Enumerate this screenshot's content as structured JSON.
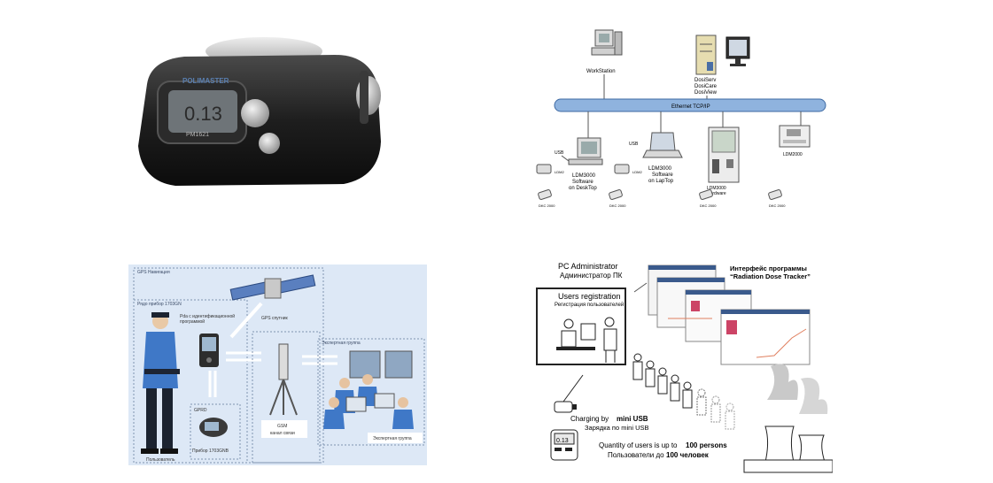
{
  "device": {
    "brand": "POLIMASTER",
    "display": "0.13",
    "model": "PM1621"
  },
  "network": {
    "workstation": "WorkStation",
    "server_software": [
      "DosiServ",
      "DosiCare",
      "DosiView"
    ],
    "bus": "Ethernet TCP/IP",
    "usb": "USB",
    "desktop": [
      "LDM3000",
      "Software",
      "on DeskTop"
    ],
    "laptop": [
      "LDM3000",
      "Software",
      "on LapTop"
    ],
    "hardware": [
      "LDM3000",
      "Hardware"
    ],
    "ldm2000": "LDM2000",
    "reader": "LDM2",
    "dkc": "DKC 2000"
  },
  "gps": {
    "zone": "GPS Навигация",
    "officer": "Рядо прибор 1703GN",
    "pda": [
      "Pda с идентификационной",
      "программой"
    ],
    "satellite": "GPS спутник",
    "gsm": [
      "GSM",
      "канал связи"
    ],
    "expert_zone": "Экспертная группа",
    "expert": "Экспертная группа",
    "gprd": "GPRD",
    "instrument": "Прибор 1703GNB",
    "user": "Пользователь"
  },
  "dose": {
    "admin": [
      "PC Administrator",
      "Администратор ПК"
    ],
    "interface": [
      "Интерфейс программы",
      "“Radiation Dose Tracker”"
    ],
    "reg": [
      "Users registration",
      "Регистрация пользователей"
    ],
    "charging_pre": "Charging by ",
    "charging_bold": "mini USB",
    "charging_ru": "Зарядка по mini USB",
    "qty_pre": "Quantity of users is up to ",
    "qty_bold": "100 persons",
    "qty_ru_pre": "Пользователи до ",
    "qty_ru_bold": "100 человек",
    "screen_text": "0.13"
  }
}
